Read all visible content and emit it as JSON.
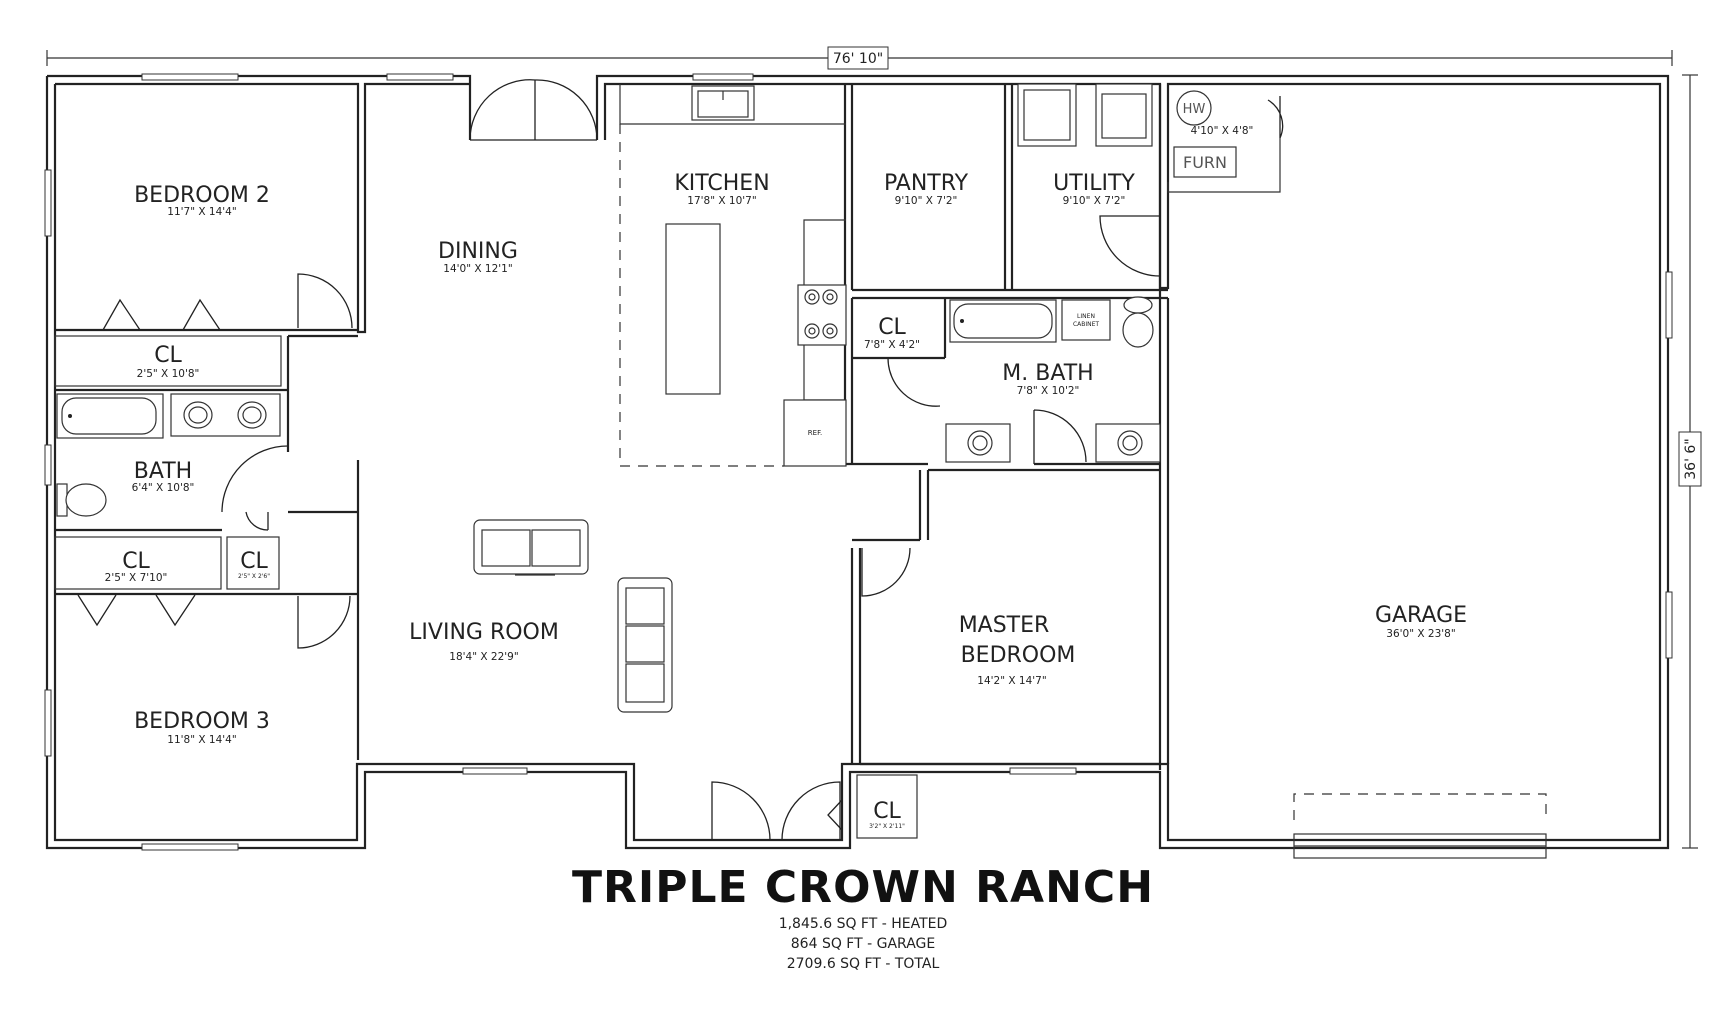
{
  "dimensions": {
    "width": "76' 10\"",
    "depth": "36' 6\""
  },
  "rooms": {
    "bedroom2": {
      "name": "BEDROOM 2",
      "dim": "11'7\" X 14'4\""
    },
    "bedroom3": {
      "name": "BEDROOM 3",
      "dim": "11'8\" X 14'4\""
    },
    "dining": {
      "name": "DINING",
      "dim": "14'0\" X 12'1\""
    },
    "kitchen": {
      "name": "KITCHEN",
      "dim": "17'8\" X 10'7\""
    },
    "pantry": {
      "name": "PANTRY",
      "dim": "9'10\" X 7'2\""
    },
    "utility": {
      "name": "UTILITY",
      "dim": "9'10\" X 7'2\""
    },
    "mech": {
      "dim": "4'10\" X 4'8\""
    },
    "cl_hall": {
      "name": "CL",
      "dim": "2'5\" X 10'8\""
    },
    "bath": {
      "name": "BATH",
      "dim": "6'4\" X 10'8\""
    },
    "cl_b3": {
      "name": "CL",
      "dim": "2'5\" X 7'10\""
    },
    "cl_small": {
      "name": "CL",
      "dim": "2'5\" X 2'6\""
    },
    "living": {
      "name": "LIVING ROOM",
      "dim": "18'4\" X 22'9\""
    },
    "cl_master": {
      "name": "CL",
      "dim": "7'8\" X 4'2\""
    },
    "mbath": {
      "name": "M. BATH",
      "dim": "7'8\" X 10'2\""
    },
    "master": {
      "name1": "MASTER",
      "name2": "BEDROOM",
      "dim": "14'2\" X 14'7\""
    },
    "cl_entry": {
      "name": "CL",
      "dim": "3'2\" X 2'11\""
    },
    "garage": {
      "name": "GARAGE",
      "dim": "36'0\" X 23'8\""
    }
  },
  "fixtures": {
    "hw": "HW",
    "furn": "FURN",
    "ref": "REF.",
    "linen1": "LINEN",
    "linen2": "CABINET"
  },
  "title": "TRIPLE CROWN RANCH",
  "stats": [
    "1,845.6 SQ FT - HEATED",
    "864 SQ FT - GARAGE",
    "2709.6 SQ FT - TOTAL"
  ]
}
